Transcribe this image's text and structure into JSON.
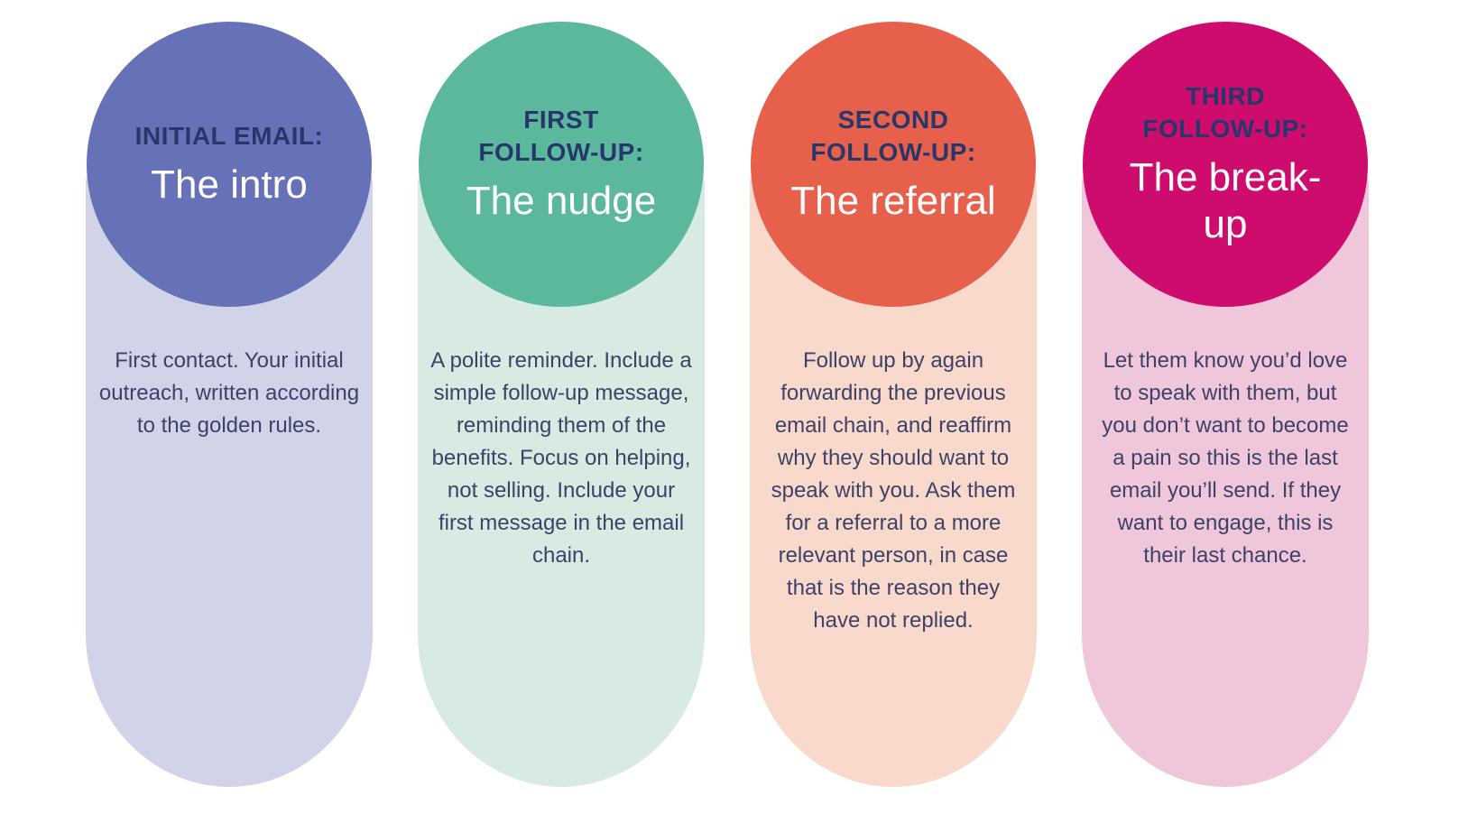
{
  "page": {
    "background": "#FFFFFF"
  },
  "colors": {
    "heading": "#27376B",
    "subtitle": "#FFFFFF",
    "body": "#3C4268"
  },
  "columns": [
    {
      "heading": "INITIAL EMAIL:",
      "subtitle": "The intro",
      "body": "First contact. Your initial outreach, written according to the golden rules.",
      "circle_color": "#6671B7",
      "pill_color": "#D1D3E8"
    },
    {
      "heading": "FIRST FOLLOW-UP:",
      "subtitle": "The nudge",
      "body": "A polite reminder. Include a simple follow-up message, reminding them of the benefits. Focus on helping, not selling. Include your first message in the email chain.",
      "circle_color": "#5BB89D",
      "pill_color": "#D7EBE2"
    },
    {
      "heading": "SECOND FOLLOW-UP:",
      "subtitle": "The referral",
      "body": "Follow up by again forwarding the previous email chain, and reaffirm why they should want to speak with you. Ask them for a referral to a more relevant person, in case that is the reason they have not replied.",
      "circle_color": "#E6604B",
      "pill_color": "#F9D9CB"
    },
    {
      "heading": "THIRD FOLLOW-UP:",
      "subtitle": "The break-up",
      "body": "Let them know you’d love to speak with them, but you don’t want to become a pain so this is the last email you’ll send. If they want to engage, this is their last chance.",
      "circle_color": "#CE0C6E",
      "pill_color": "#F0C6DA"
    }
  ]
}
